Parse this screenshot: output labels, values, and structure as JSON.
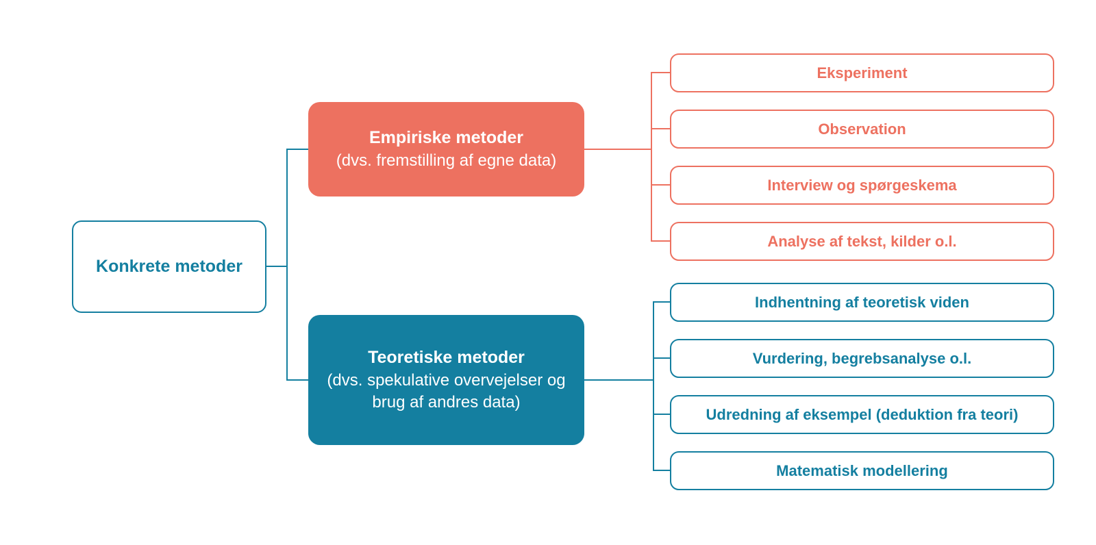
{
  "diagram": {
    "root": {
      "label": "Konkrete metoder"
    },
    "branches": [
      {
        "title": "Empiriske metoder",
        "subtitle": "(dvs. fremstilling af egne data)",
        "color": "#ED7160",
        "items": [
          {
            "label": "Eksperiment"
          },
          {
            "label": "Observation"
          },
          {
            "label": "Interview og spørgeskema"
          },
          {
            "label": "Analyse af tekst, kilder o.l."
          }
        ]
      },
      {
        "title": "Teoretiske metoder",
        "subtitle": "(dvs. spekulative overvejelser og brug af andres data)",
        "color": "#147FA0",
        "items": [
          {
            "label": "Indhentning af teoretisk viden"
          },
          {
            "label": "Vurdering, begrebsanalyse o.l."
          },
          {
            "label": "Udredning af eksempel (deduktion fra teori)"
          },
          {
            "label": "Matematisk modellering"
          }
        ]
      }
    ],
    "colors": {
      "teal": "#147FA0",
      "coral": "#ED7160",
      "background": "#FFFFFF"
    }
  }
}
